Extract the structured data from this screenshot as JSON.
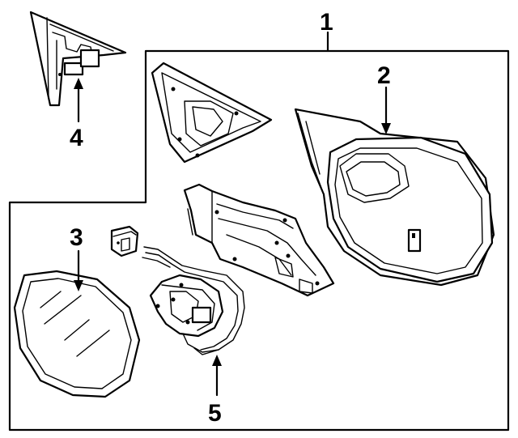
{
  "callouts": [
    {
      "id": "1",
      "label": "1"
    },
    {
      "id": "2",
      "label": "2"
    },
    {
      "id": "3",
      "label": "3"
    },
    {
      "id": "4",
      "label": "4"
    },
    {
      "id": "5",
      "label": "5"
    }
  ]
}
